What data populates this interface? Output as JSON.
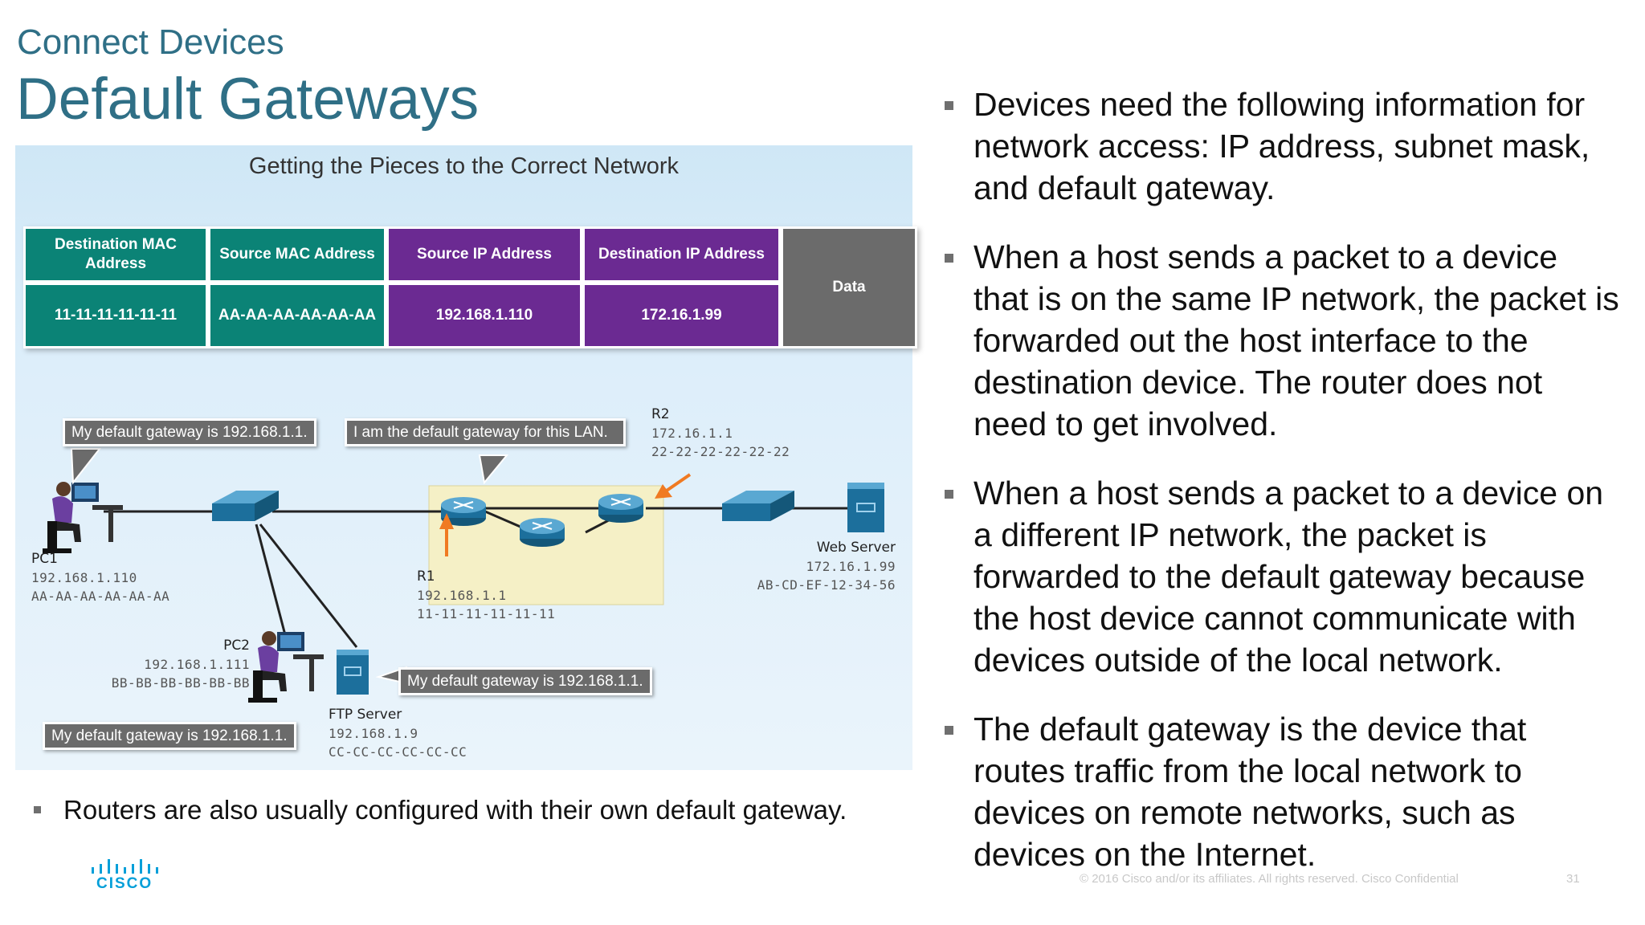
{
  "header": {
    "section": "Connect Devices",
    "title": "Default Gateways"
  },
  "figure": {
    "title": "Getting the Pieces to the Correct Network",
    "frame": {
      "dest_mac_header": "Destination MAC Address",
      "src_mac_header": "Source MAC Address",
      "src_ip_header": "Source IP Address",
      "dest_ip_header": "Destination IP Address",
      "data_label": "Data",
      "dest_mac_value": "11-11-11-11-11-11",
      "src_mac_value": "AA-AA-AA-AA-AA-AA",
      "src_ip_value": "192.168.1.110",
      "dest_ip_value": "172.16.1.99"
    },
    "callouts": {
      "pc1": "My default gateway is 192.168.1.1.",
      "r1": "I am the default gateway for this LAN.",
      "ftp": "My default gateway is 192.168.1.1.",
      "pc2": "My default gateway is 192.168.1.1."
    },
    "devices": {
      "pc1": {
        "name": "PC1",
        "ip": "192.168.1.110",
        "mac": "AA-AA-AA-AA-AA-AA"
      },
      "pc2": {
        "name": "PC2",
        "ip": "192.168.1.111",
        "mac": "BB-BB-BB-BB-BB-BB"
      },
      "r1": {
        "name": "R1",
        "ip": "192.168.1.1",
        "mac": "11-11-11-11-11-11"
      },
      "r2": {
        "name": "R2",
        "ip": "172.16.1.1",
        "mac": "22-22-22-22-22-22"
      },
      "web": {
        "name": "Web Server",
        "ip": "172.16.1.99",
        "mac": "AB-CD-EF-12-34-56"
      },
      "ftp": {
        "name": "FTP Server",
        "ip": "192.168.1.9",
        "mac": "CC-CC-CC-CC-CC-CC"
      }
    },
    "colors": {
      "teal": "#0b8376",
      "purple": "#6b2a92",
      "gray": "#6b6b6b",
      "router": "#1c6f9c",
      "arrow": "#f07a22"
    }
  },
  "bullets": [
    "Devices need the following information for network access: IP address, subnet mask, and default gateway.",
    "When a host sends a packet to a device that is on the same IP network, the packet is forwarded out the host interface to the destination device. The router does not need to get involved.",
    "When a host sends a packet to a device on a different IP network, the packet is forwarded to the default gateway because the host device cannot communicate with devices outside of the local network.",
    "The default gateway is the device that routes traffic from the local network to devices on remote networks, such as devices on the Internet."
  ],
  "note": "Routers are also usually configured with their own default gateway.",
  "logo": "CISCO",
  "footer": "© 2016 Cisco and/or its affiliates. All rights reserved.   Cisco Confidential",
  "page_number": "31"
}
